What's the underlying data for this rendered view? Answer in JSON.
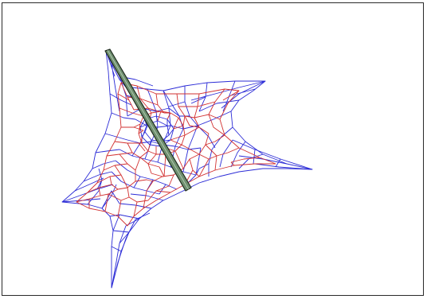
{
  "figure": {
    "title": "",
    "colors": {
      "frame_border": "#2a2a2a",
      "outer_mesh": "#2b2bd6",
      "inner_mesh": "#d23030",
      "beam_fill": "#6f8f6f",
      "beam_edge": "#1d2a1d",
      "background": "#ffffff"
    },
    "elements": [
      "outer-blue-mesh",
      "inner-red-mesh",
      "diagonal-beam"
    ]
  }
}
